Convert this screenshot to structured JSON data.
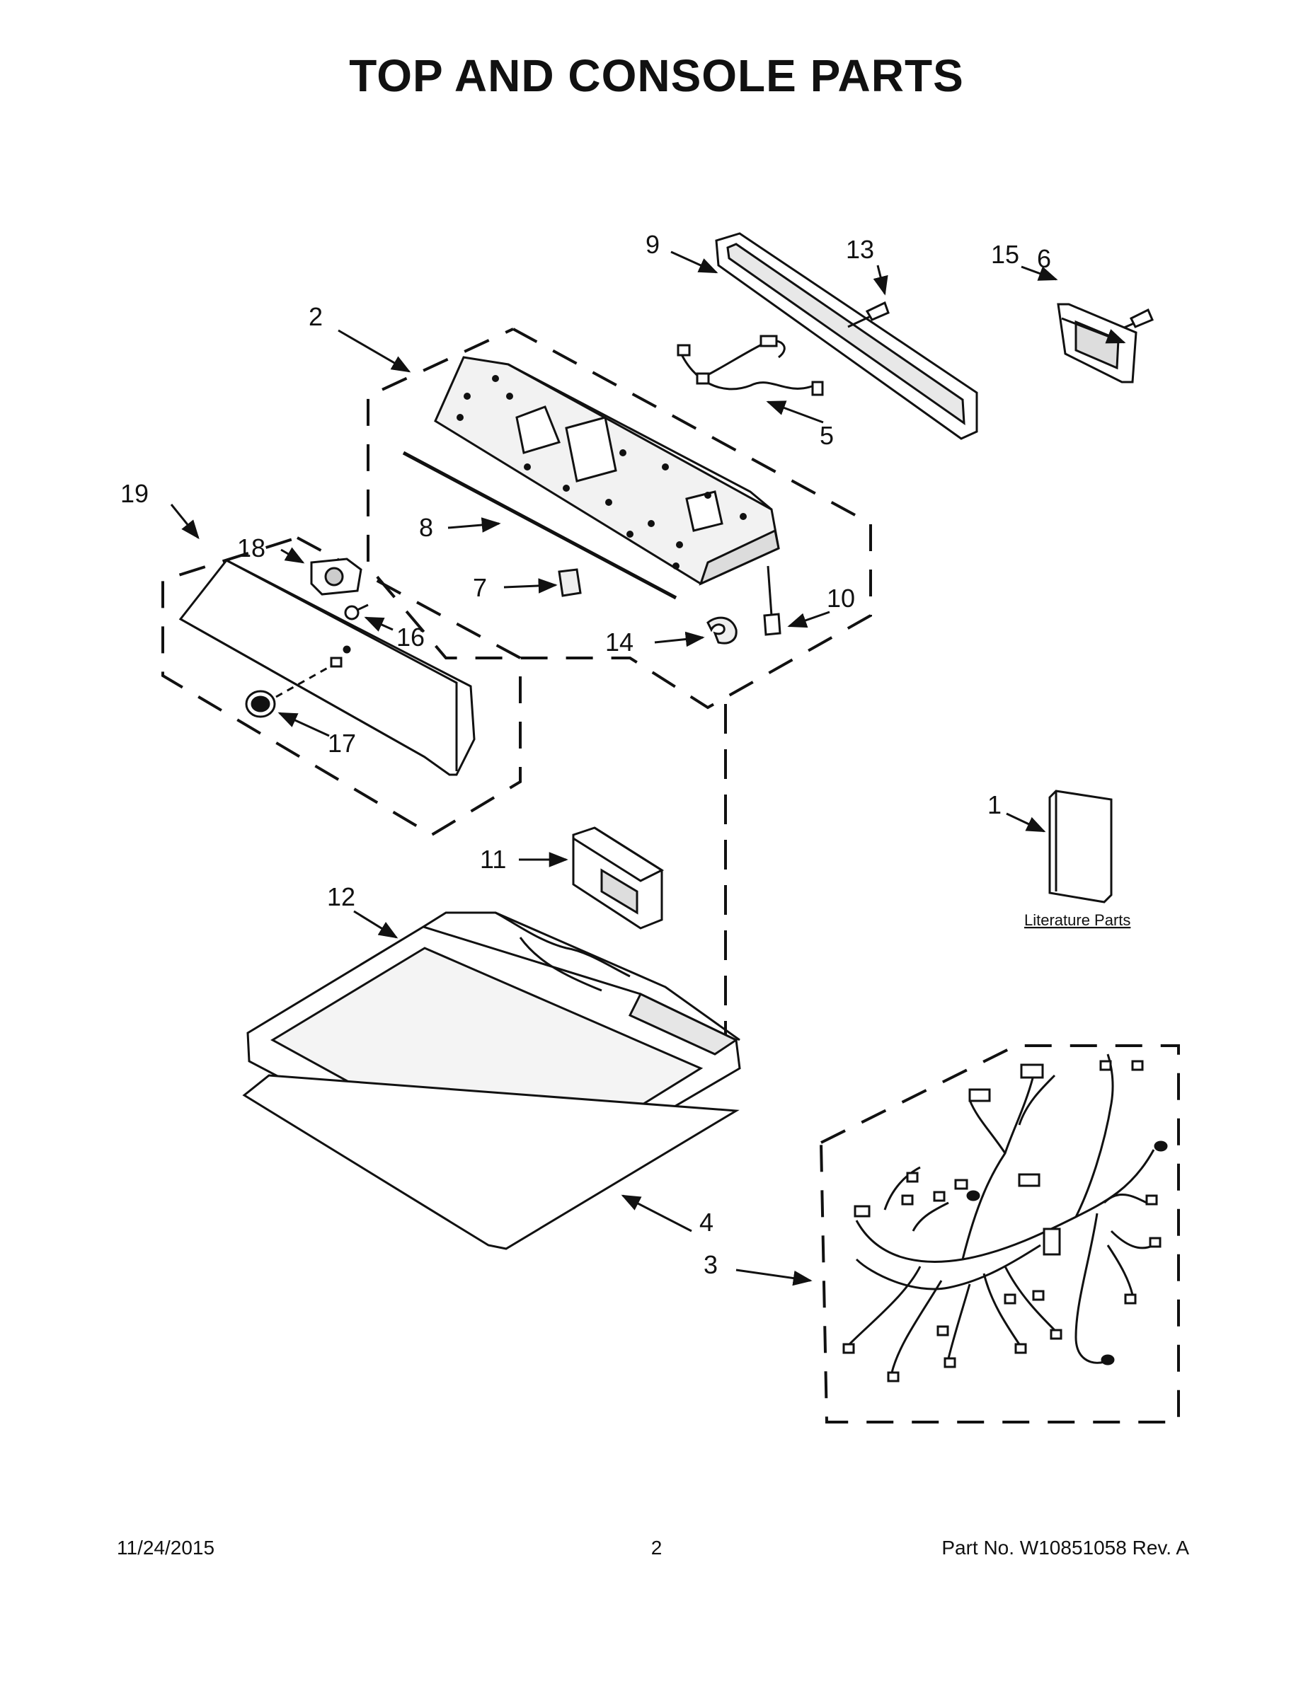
{
  "title": "TOP AND CONSOLE PARTS",
  "callouts": [
    "1",
    "2",
    "3",
    "4",
    "5",
    "6",
    "7",
    "8",
    "9",
    "10",
    "11",
    "12",
    "13",
    "14",
    "15",
    "16",
    "17",
    "18",
    "19"
  ],
  "literature_label": "Literature Parts",
  "footer": {
    "date": "11/24/2015",
    "page": "2",
    "part_no": "Part No.  W10851058  Rev.  A"
  }
}
